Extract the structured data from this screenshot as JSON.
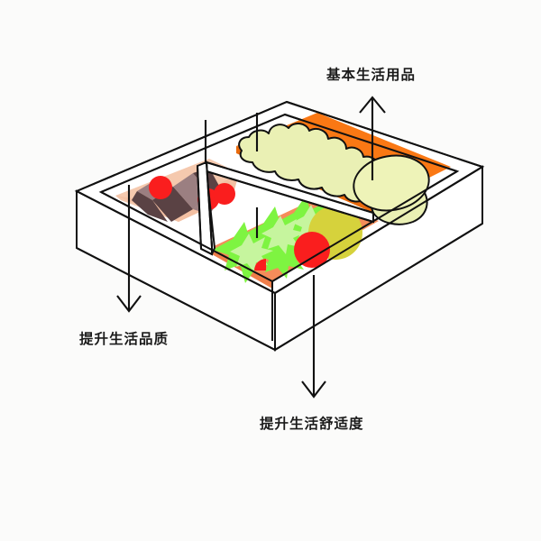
{
  "diagram": {
    "title_top": "基本生活用品",
    "label_left": "提升生活品质",
    "label_bottom": "提升生活舒适度",
    "background_color": "#fbfbfa",
    "line_color": "#111111",
    "text_color": "#1a1a1a"
  },
  "arrows": [
    {
      "name": "arrow-up-basic-necessities",
      "direction": "up",
      "label": "基本生活用品"
    },
    {
      "name": "arrow-down-life-quality",
      "direction": "down",
      "label": "提升生活品质"
    },
    {
      "name": "arrow-down-life-comfort",
      "direction": "down",
      "label": "提升生活舒适度"
    }
  ],
  "compartments": [
    {
      "name": "compartment-left",
      "base_color": "#f5c9ae",
      "items": [
        {
          "name": "meat-slab-dark",
          "color": "#5a4244"
        },
        {
          "name": "meat-slab-light",
          "color": "#9b7f81"
        },
        {
          "name": "cherry-tomato",
          "color": "#fa1e1e"
        }
      ]
    },
    {
      "name": "compartment-front",
      "base_color": "#f58c5a",
      "items": [
        {
          "name": "green-vegetable-star",
          "color": "#7ef441"
        },
        {
          "name": "green-vegetable-highlight",
          "color": "#c6f59e"
        },
        {
          "name": "yellow-fruit-ball",
          "color": "#d6d23c"
        },
        {
          "name": "cherry-tomato",
          "color": "#fa1e1e"
        }
      ]
    },
    {
      "name": "compartment-back",
      "base_color": "#fa7814",
      "items": [
        {
          "name": "lettuce-leaf",
          "color": "#eaf0b4"
        },
        {
          "name": "egg-bun",
          "color": "#eef3b8"
        }
      ]
    }
  ],
  "box": {
    "name": "bento-box",
    "wall_color": "#ffffff",
    "wall_edge_color": "#111111"
  }
}
